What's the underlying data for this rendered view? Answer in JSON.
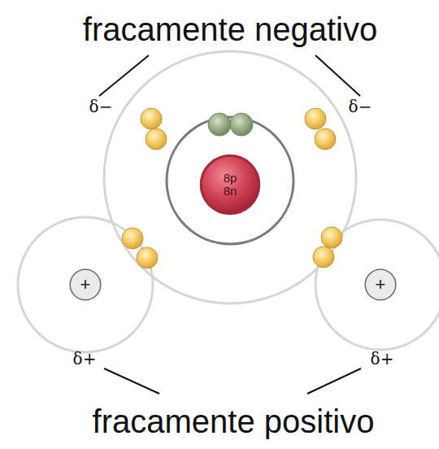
{
  "diagram": {
    "nodes": [
      {
        "text": [
          "8p 8n"
        ]
      },
      {
        "text": [
          "+"
        ]
      },
      {
        "text": [
          "+"
        ]
      }
    ],
    "labels": [
      "fracamente negativo",
      "δ−",
      "δ−",
      "δ+",
      "δ+",
      "fracamente positivo"
    ]
  }
}
